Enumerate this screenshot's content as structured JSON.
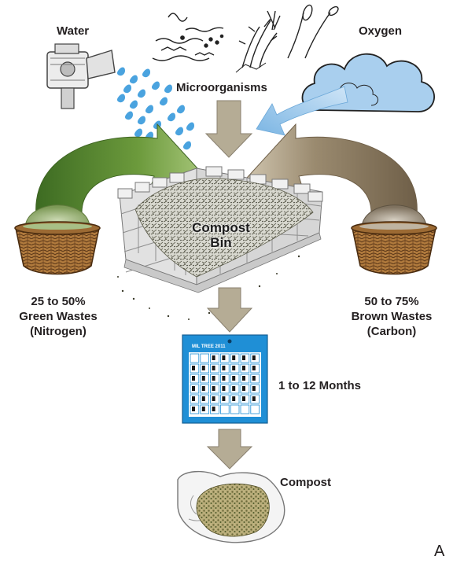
{
  "labels": {
    "water": "Water",
    "microorganisms": "Microorganisms",
    "oxygen": "Oxygen",
    "bin_line1": "Compost",
    "bin_line2": "Bin",
    "green_pct": "25 to 50%",
    "green_name": "Green Wastes",
    "green_sub": "(Nitrogen)",
    "brown_pct": "50 to 75%",
    "brown_name": "Brown Wastes",
    "brown_sub": "(Carbon)",
    "duration": "1 to 12 Months",
    "compost": "Compost",
    "calendar_header": "MIL TREE 2011",
    "panel_letter": "A"
  },
  "colors": {
    "water_drop": "#4aa3df",
    "oxygen_cloud": "#a9cfee",
    "oxygen_arrow": "#8fc3ea",
    "green_arrow": "#4f7f2c",
    "brown_arrow": "#8d7c62",
    "flow_arrow": "#b5ac95",
    "calendar_blue": "#1f8fd6",
    "basket": "#8a5a2b",
    "green_waste": "#8fa86a",
    "brown_waste": "#8e8170"
  },
  "icons": [
    "sprinkler-icon",
    "microorganisms-icon",
    "cloud-icon",
    "compost-bin-icon",
    "basket-icon",
    "calendar-icon",
    "hands-icon"
  ]
}
